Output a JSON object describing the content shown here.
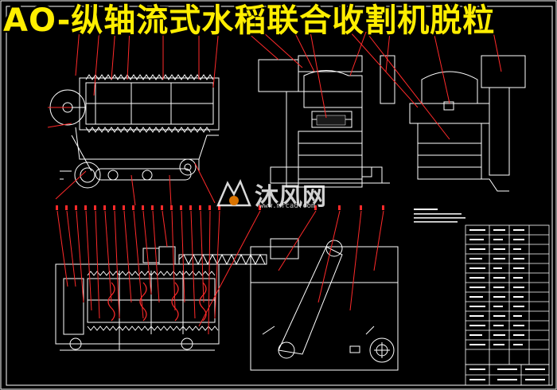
{
  "title": "AO-纵轴流式水稻联合收割机脱粒",
  "watermark": {
    "brand": "沐风网",
    "url": "www.mfcad.com"
  },
  "colors": {
    "background": "#000000",
    "drawing_lines": "#ffffff",
    "leader_lines": "#ff2a2a",
    "title_text": "#ffee00"
  }
}
